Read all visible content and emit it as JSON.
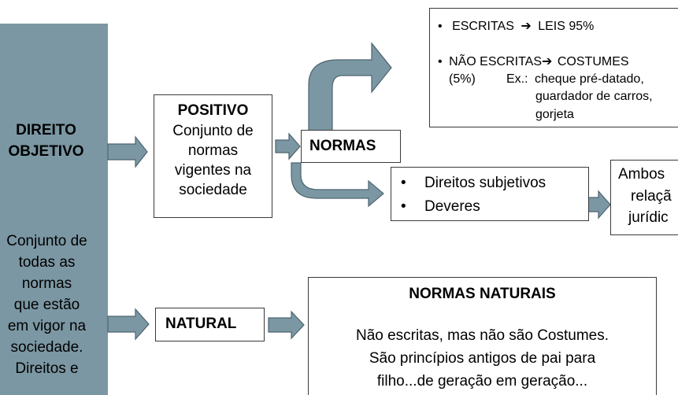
{
  "left_panel": {
    "title": "DIREITO\nOBJETIVO",
    "description": "Conjunto de\ntodas as\nnormas\nque estão\nem vigor na\nsociedade.\nDireitos e"
  },
  "positivo": {
    "title": "POSITIVO",
    "text": "Conjunto de\nnormas\nvigentes na\nsociedade"
  },
  "normas": {
    "label": "NORMAS"
  },
  "escritas": {
    "bullet": "•",
    "item1_left": "ESCRITAS",
    "item1_arrow": "➔",
    "item1_right": "LEIS 95%",
    "item2_left": "NÃO ESCRITAS",
    "item2_arrow": "➔",
    "item2_right": "COSTUMES",
    "item2_pct": "(5%)",
    "ex_label": "Ex.:",
    "ex_line1": "cheque pré-datado,",
    "ex_line2": "guardador de carros,",
    "ex_line3": "gorjeta"
  },
  "direitos": {
    "bullet": "•",
    "items": [
      "Direitos subjetivos",
      "Deveres"
    ]
  },
  "ambos": {
    "line1": "Ambos",
    "line2": "relaçã",
    "line3": "jurídic"
  },
  "natural": {
    "label": "NATURAL"
  },
  "normas_naturais": {
    "title": "NORMAS NATURAIS",
    "body": "Não escritas, mas não são Costumes.\nSão princípios antigos de pai para\nfilho...de geração em geração..."
  },
  "colors": {
    "panel": "#7b97a3",
    "arrow_fill": "#7b97a3",
    "arrow_stroke": "#4d6570"
  }
}
